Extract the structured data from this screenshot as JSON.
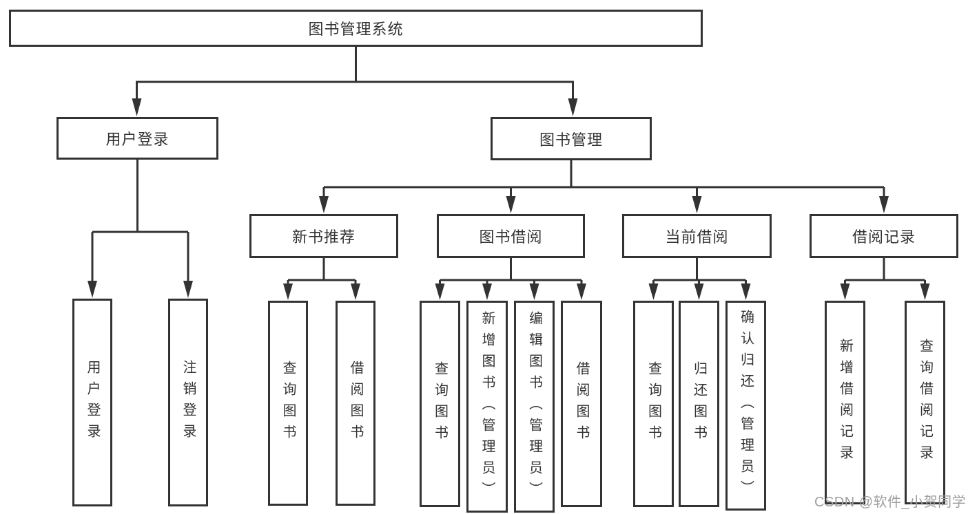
{
  "diagram": {
    "root": {
      "label": "图书管理系统"
    },
    "user_login": {
      "label": "用户登录",
      "children": [
        {
          "label": "用户登录"
        },
        {
          "label": "注销登录"
        }
      ]
    },
    "book_mgmt": {
      "label": "图书管理",
      "sections": [
        {
          "label": "新书推荐",
          "children": [
            {
              "label": "查询图书"
            },
            {
              "label": "借阅图书"
            }
          ]
        },
        {
          "label": "图书借阅",
          "children": [
            {
              "label": "查询图书"
            },
            {
              "label": "新增图书（管理员）"
            },
            {
              "label": "编辑图书（管理员）"
            },
            {
              "label": "借阅图书"
            }
          ]
        },
        {
          "label": "当前借阅",
          "children": [
            {
              "label": "查询图书"
            },
            {
              "label": "归还图书"
            },
            {
              "label": "确认归还（管理员）"
            }
          ]
        },
        {
          "label": "借阅记录",
          "children": [
            {
              "label": "新增借阅记录"
            },
            {
              "label": "查询借阅记录"
            }
          ]
        }
      ]
    }
  },
  "watermark": {
    "text": "CSDN @软件_小贺同学"
  },
  "colors": {
    "line": "#333333",
    "text": "#333333",
    "box_bg": "#ffffff",
    "watermark": "#9e9e9e"
  }
}
